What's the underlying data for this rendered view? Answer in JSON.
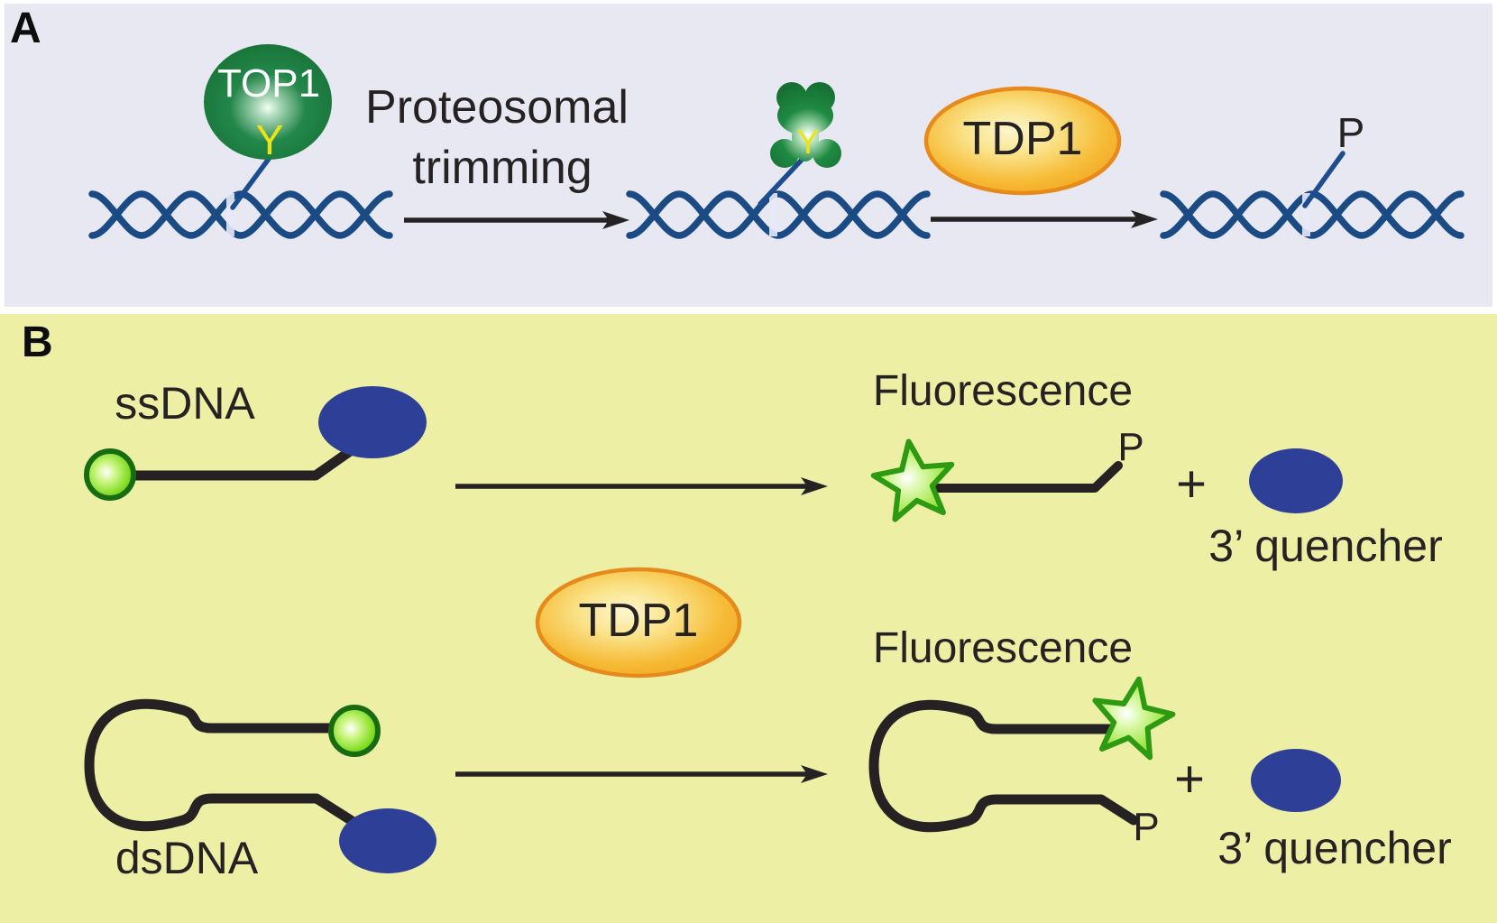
{
  "figure": {
    "description": "Two-panel schematic of TOP1 cleavage-complex processing and the TDP1 fluorescence biosensor assay"
  },
  "panel_a": {
    "label": "A",
    "top1_enzyme": "TOP1",
    "tyrosine": "Y",
    "trimmed_tyrosine": "Y",
    "step1_label_line1": "Proteosomal",
    "step1_label_line2": "trimming",
    "tdp1_enzyme": "TDP1",
    "phosphate": "P",
    "background_color": "#e8e8f3"
  },
  "panel_b": {
    "label": "B",
    "ssdna_label": "ssDNA",
    "dsdna_label": "dsDNA",
    "tdp1_enzyme": "TDP1",
    "fluorescence_label": "Fluorescence",
    "phosphate": "P",
    "plus_sign": "+",
    "quencher_label": "3’ quencher",
    "background_color": "#edefa4"
  },
  "colors": {
    "panel_a_background": "#e8e8f3",
    "panel_b_background": "#edefa4",
    "dna_helix_blue": "#1b4b85",
    "top1_green": "#177a3c",
    "tyrosine_yellow": "#f0e312",
    "tdp1_fill_orange": "#f6bb36",
    "tdp1_border_orange": "#e68a1c",
    "quencher_blue": "#2e3f97",
    "fluorophore_green": "#7edc20",
    "fluorophore_border_green": "#176c12",
    "star_border_green": "#2e9a12",
    "strand_black": "#262223"
  }
}
